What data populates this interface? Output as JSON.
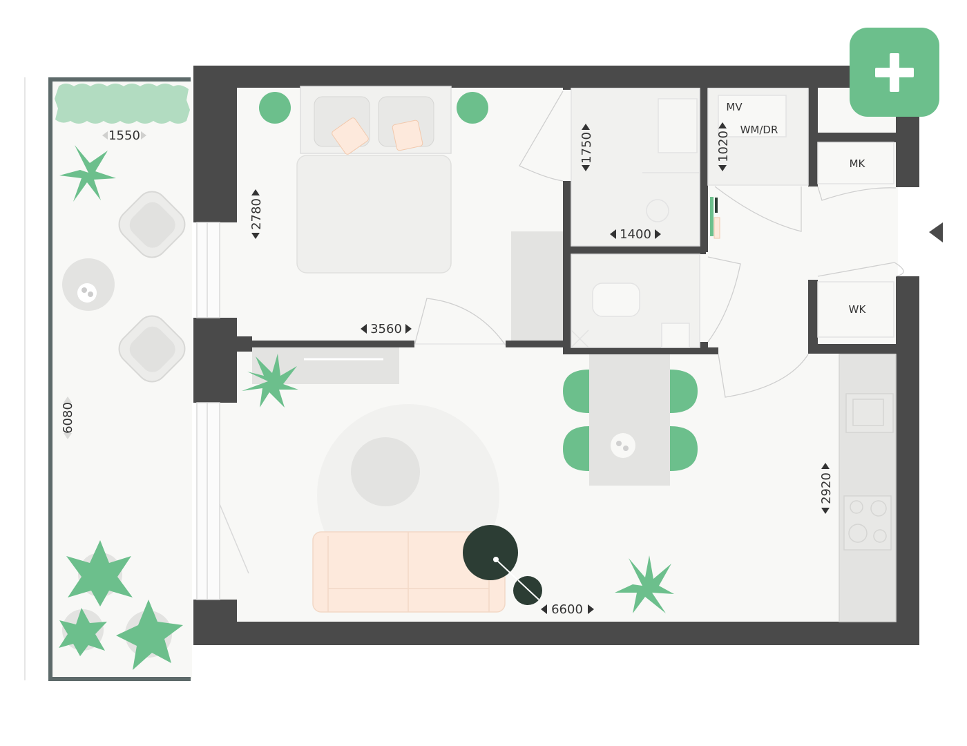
{
  "dimensions": {
    "balcony_width": "1550",
    "balcony_length": "6080",
    "bedroom_depth": "2780",
    "bedroom_width": "3560",
    "bathroom_depth": "1750",
    "bathroom_width": "1400",
    "utility_depth": "1020",
    "kitchen_length": "2920",
    "living_width": "6600"
  },
  "room_labels": {
    "mv": "MV",
    "wm_dr": "WM/DR",
    "mk": "MK",
    "wk": "WK"
  },
  "controls": {
    "zoom_icon": "plus-icon",
    "entrance_icon": "triangle-left-icon"
  },
  "colors": {
    "wall": "#4a4a4a",
    "accent": "#6cbf8c",
    "floor": "#f8f8f6",
    "sofa": "#fde9dc",
    "furniture": "#e3e3e1",
    "dark_table": "#2c3d34"
  }
}
